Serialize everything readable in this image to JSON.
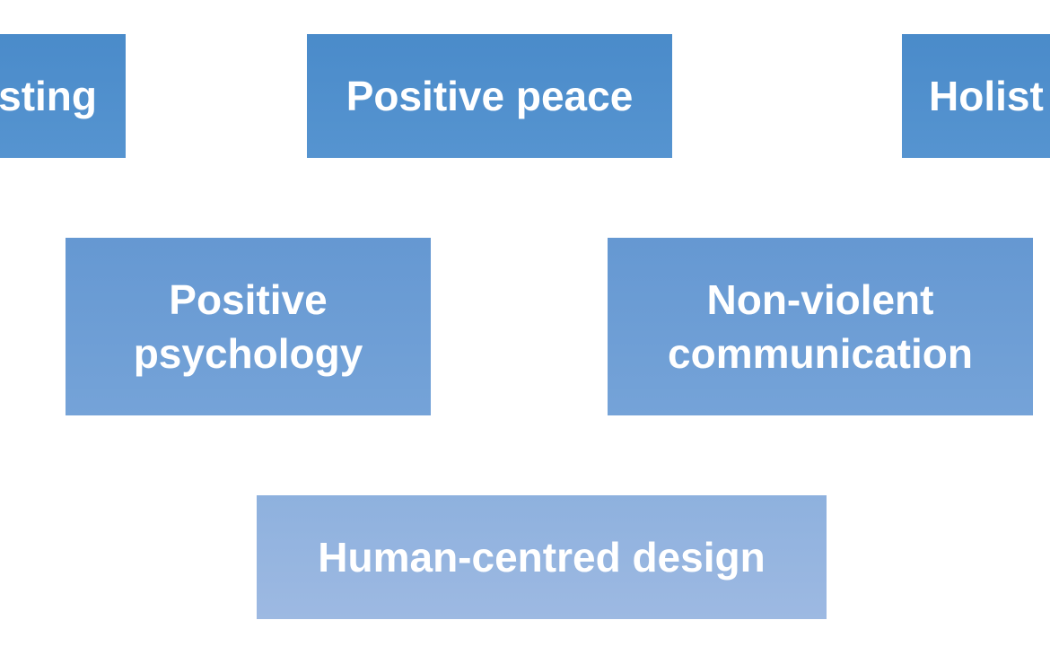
{
  "diagram": {
    "row1": {
      "left_label": "sting",
      "center_label": "Positive peace",
      "right_label": "Holist"
    },
    "row2": {
      "left_label": "Positive\npsychology",
      "right_label": "Non-violent\ncommunication"
    },
    "row3": {
      "center_label": "Human-centred design"
    }
  }
}
